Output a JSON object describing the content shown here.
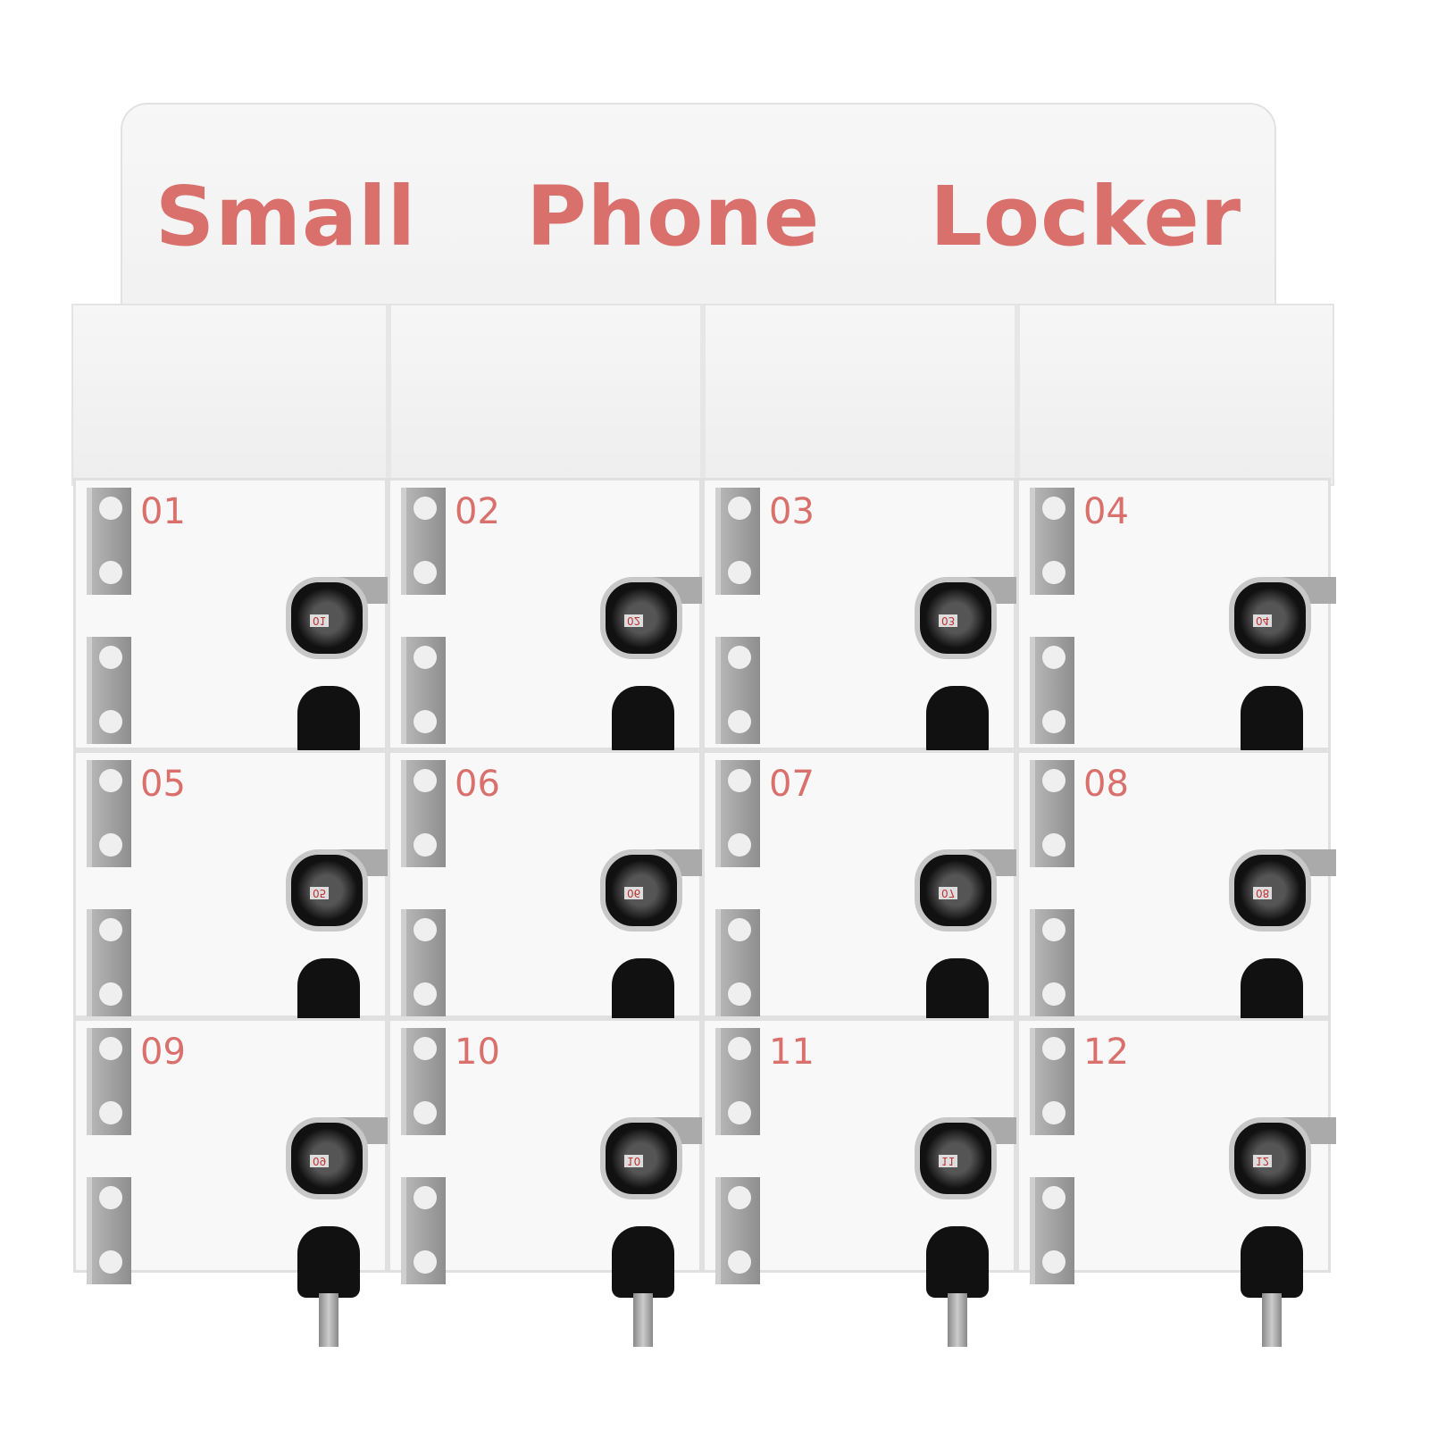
{
  "sign": {
    "title": "Small Phone Locker",
    "text_color": "#d9706b"
  },
  "lockers": [
    {
      "number": "01",
      "key_tag": "01"
    },
    {
      "number": "02",
      "key_tag": "02"
    },
    {
      "number": "03",
      "key_tag": "03"
    },
    {
      "number": "04",
      "key_tag": "04"
    },
    {
      "number": "05",
      "key_tag": "05"
    },
    {
      "number": "06",
      "key_tag": "06"
    },
    {
      "number": "07",
      "key_tag": "07"
    },
    {
      "number": "08",
      "key_tag": "08"
    },
    {
      "number": "09",
      "key_tag": "09"
    },
    {
      "number": "10",
      "key_tag": "10"
    },
    {
      "number": "11",
      "key_tag": "11"
    },
    {
      "number": "12",
      "key_tag": "12"
    }
  ]
}
